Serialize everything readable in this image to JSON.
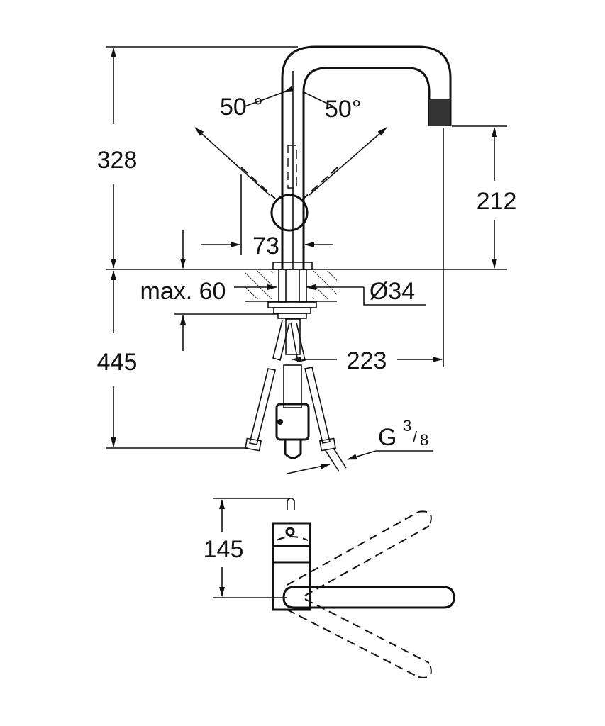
{
  "drawing": {
    "type": "faucet dimension drawing",
    "side_view": {
      "height_total": "328",
      "spout_height": "212",
      "angle_left": "50 °",
      "angle_right": "50°",
      "lever_offset": "73",
      "countertop_thickness": "max. 60",
      "hole_diameter": "Ø34",
      "spout_reach": "223",
      "below_counter": "445",
      "connection_thread": "G",
      "thread_num": "3",
      "thread_den": "8"
    },
    "top_view": {
      "depth": "145"
    },
    "line_color": "#111111"
  }
}
